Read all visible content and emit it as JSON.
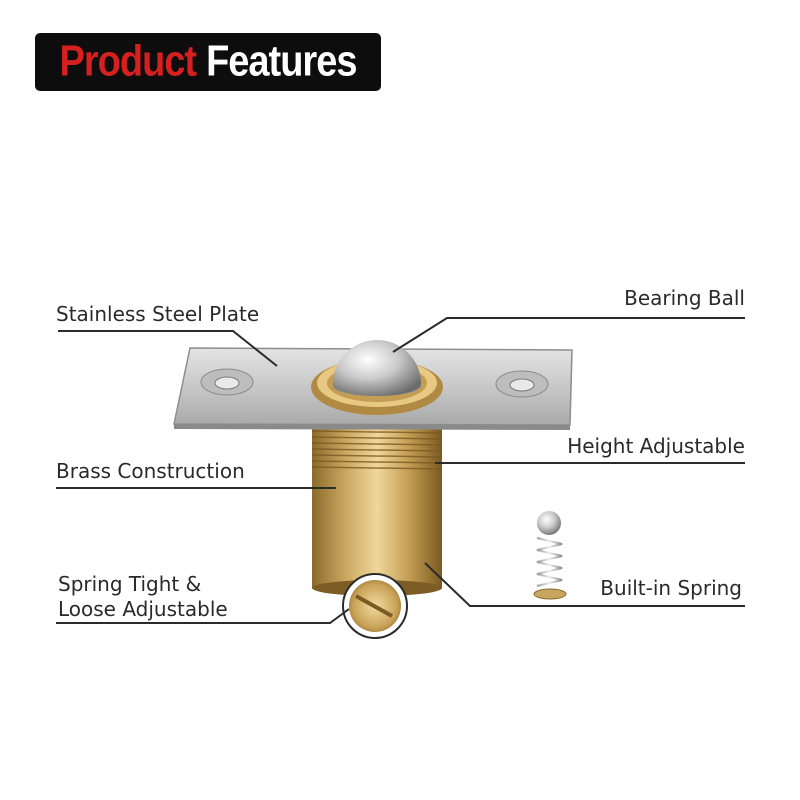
{
  "banner": {
    "word1": "Product",
    "word2": "Features"
  },
  "callouts": {
    "stainless_steel_plate": "Stainless Steel Plate",
    "bearing_ball": "Bearing Ball",
    "height_adjustable": "Height Adjustable",
    "brass_construction": "Brass Construction",
    "spring_line1": "Spring Tight &",
    "spring_line2": "Loose Adjustable",
    "built_in_spring": "Built-in Spring"
  },
  "colors": {
    "brand_red": "#d61f1f",
    "banner_bg": "#0d0d0d",
    "leader": "#2b2b2b"
  }
}
